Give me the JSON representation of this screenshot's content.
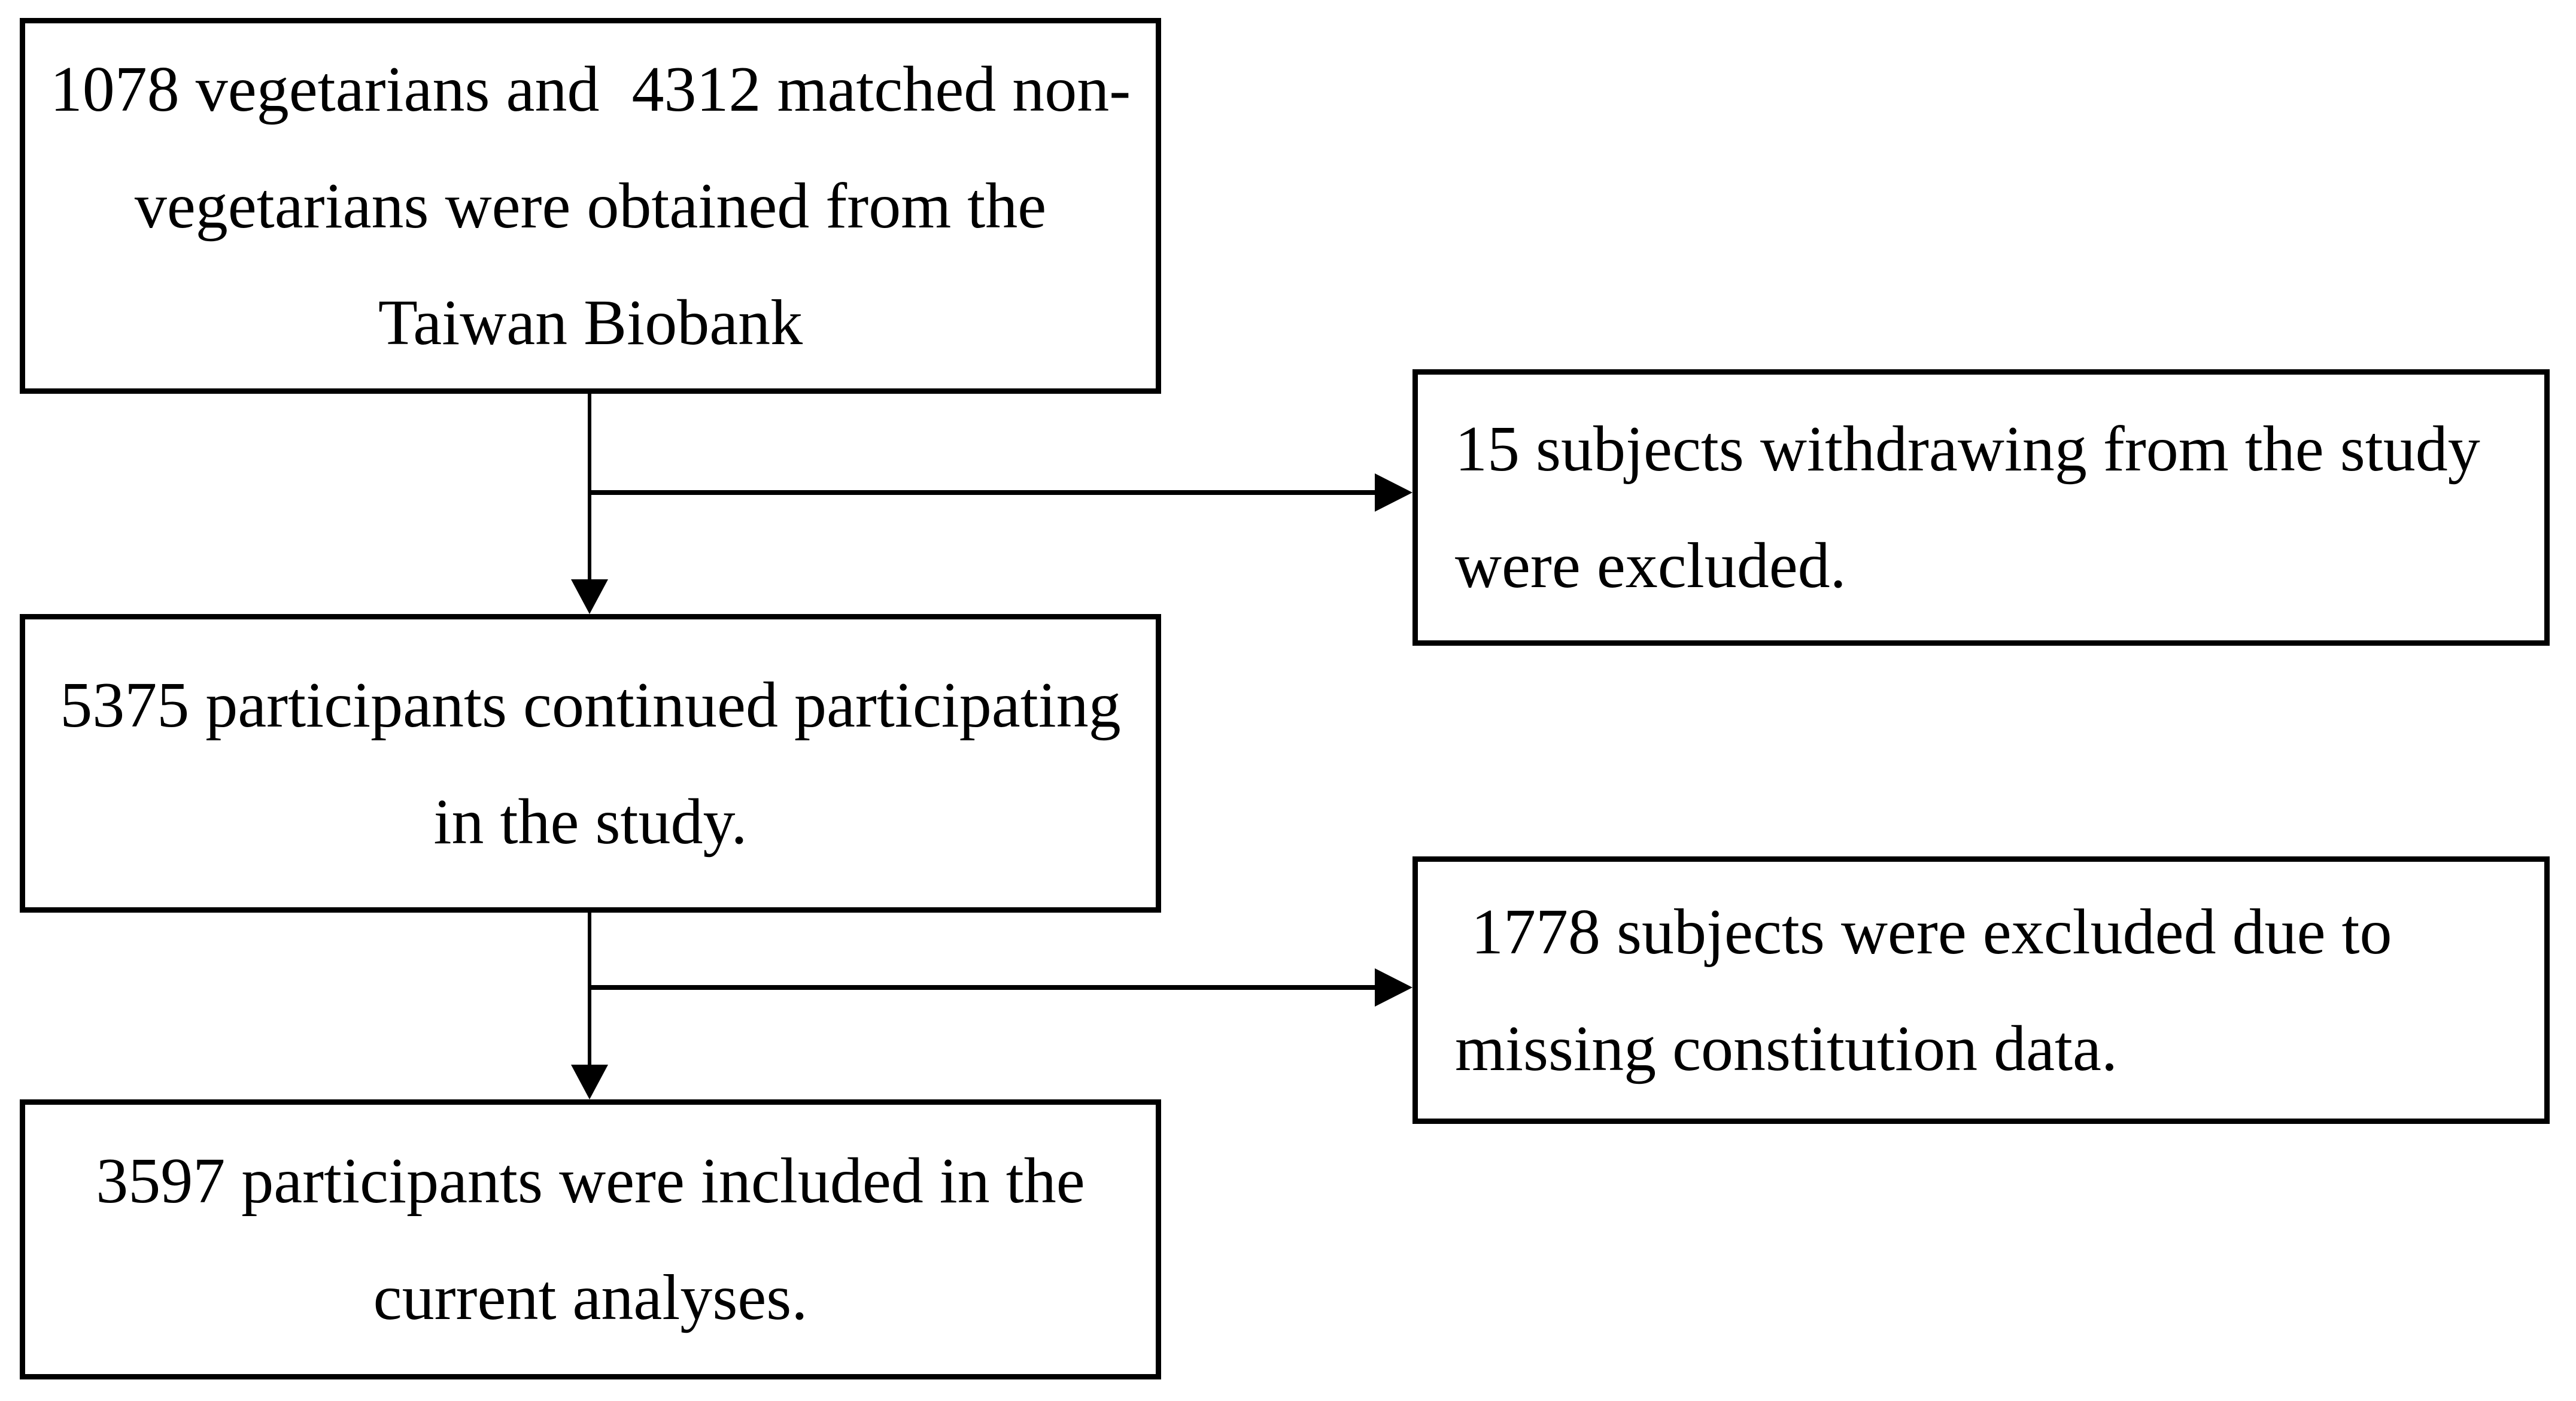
{
  "diagram": {
    "type": "participant-flowchart",
    "background_color": "#ffffff",
    "line_color": "#000000",
    "boxes": {
      "source": {
        "lines": [
          "1078 vegetarians and  4312 matched non-",
          "vegetarians were obtained from the",
          "Taiwan Biobank"
        ],
        "align": "center"
      },
      "excluded_withdrawn": {
        "lines": [
          "15 subjects withdrawing from the study",
          "were excluded."
        ],
        "align": "left"
      },
      "continued": {
        "lines": [
          "5375 participants continued participating",
          "in the study."
        ],
        "align": "center"
      },
      "excluded_missing": {
        "lines": [
          " 1778 subjects were excluded due to",
          "missing constitution data."
        ],
        "align": "left"
      },
      "included": {
        "lines": [
          "3597 participants were included in the",
          "current analyses."
        ],
        "align": "center"
      }
    }
  }
}
